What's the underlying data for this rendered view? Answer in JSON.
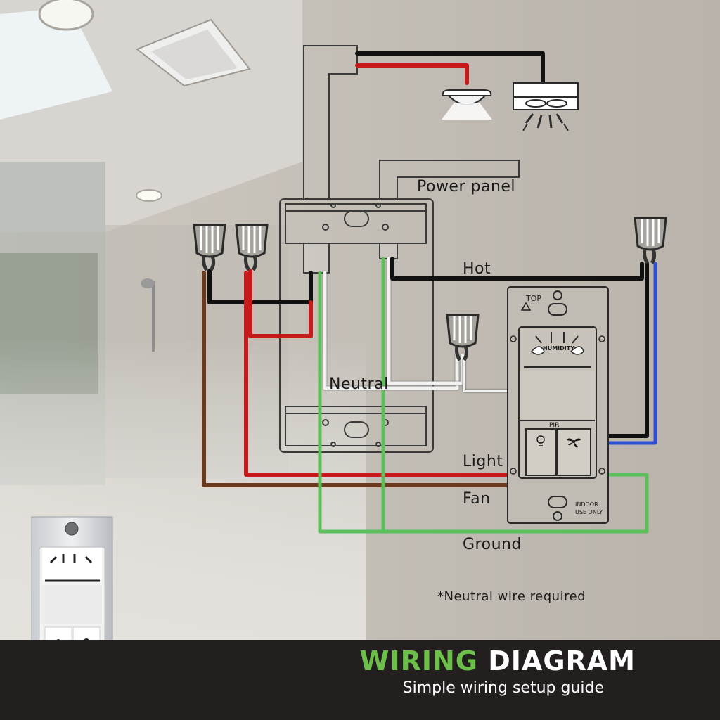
{
  "labels": {
    "power_panel": "Power panel",
    "hot": "Hot",
    "neutral": "Neutral",
    "light": "Light",
    "fan": "Fan",
    "ground": "Ground",
    "note": "*Neutral wire required"
  },
  "switch_labels": {
    "top": "TOP",
    "humidity": "HUMIDITY",
    "pir": "PIR",
    "indoor": "INDOOR",
    "use_only": "USE ONLY"
  },
  "banner": {
    "title_accent": "WIRING",
    "title_rest": "DIAGRAM",
    "subtitle": "Simple wiring setup guide"
  },
  "colors": {
    "hot": "#111111",
    "light": "#c81a1a",
    "fan": "#6b3a1e",
    "ground": "#5cbf5a",
    "neutral": "#f2f2f2",
    "load_hot": "#2f4fd6",
    "accent": "#6cc04a",
    "banner_bg": "#231f1f"
  }
}
